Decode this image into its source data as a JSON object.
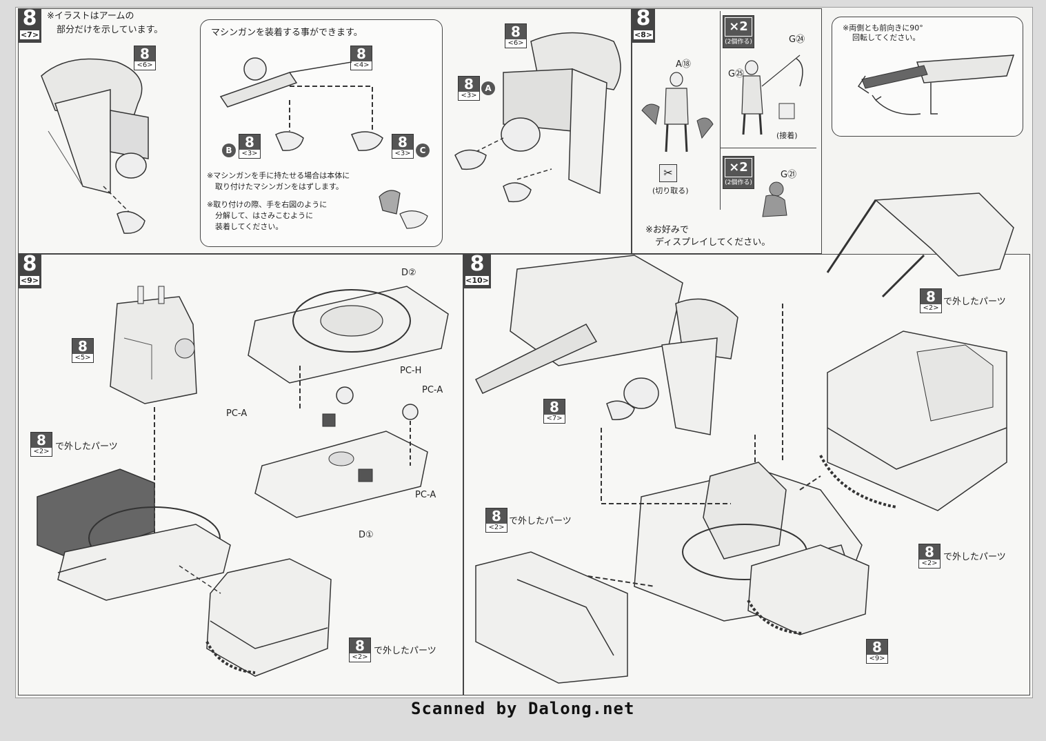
{
  "steps": {
    "s7": {
      "num": "8",
      "sub": "<7>"
    },
    "s8": {
      "num": "8",
      "sub": "<8>"
    },
    "s9": {
      "num": "8",
      "sub": "<9>"
    },
    "s10": {
      "num": "8",
      "sub": "<10>"
    }
  },
  "panel7": {
    "note_line1": "※イラストはアームの",
    "note_line2": "部分だけを示しています。",
    "ref_main": {
      "num": "8",
      "sub": "<6>"
    }
  },
  "bubble_machinegun": {
    "title": "マシンガンを装着する事ができます。",
    "ref_gun": {
      "num": "8",
      "sub": "<4>"
    },
    "ref_left": {
      "num": "8",
      "sub": "<3>",
      "letter": "B"
    },
    "ref_right": {
      "num": "8",
      "sub": "<3>",
      "letter": "C"
    },
    "note1_line1": "※マシンガンを手に持たせる場合は本体に",
    "note1_line2": "取り付けたマシンガンをはずします。",
    "note2_line1": "※取り付けの際、手を右図のように",
    "note2_line2": "分解して、はさみこむように",
    "note2_line3": "装着してください。"
  },
  "panel7b": {
    "ref_top": {
      "num": "8",
      "sub": "<6>"
    },
    "ref_hand": {
      "num": "8",
      "sub": "<3>",
      "letter": "A"
    }
  },
  "panel8": {
    "figure_a_label": "A⑱",
    "cut_label": "(切り取る)",
    "badge1": {
      "main": "×2",
      "sub": "(2個作る)"
    },
    "g25": "G㉕",
    "g24": "G㉔",
    "glue_label": "(接着)",
    "badge2": {
      "main": "×2",
      "sub": "(2個作る)"
    },
    "g21": "G㉑",
    "display_note1": "※お好みで",
    "display_note2": "ディスプレイしてください。"
  },
  "rotate_bubble": {
    "line1": "※両側とも前向きに90°",
    "line2": "回転してください。"
  },
  "panel9": {
    "ref_top": {
      "num": "8",
      "sub": "<5>"
    },
    "ref_left": {
      "num": "8",
      "sub": "<2>",
      "label": "で外したパーツ"
    },
    "ref_bottom": {
      "num": "8",
      "sub": "<2>",
      "label": "で外したパーツ"
    },
    "d2": "D②",
    "pch": "PC-H",
    "pca_left": "PC-A",
    "pca_right": "PC-A",
    "pca_bottom": "PC-A",
    "d1": "D①"
  },
  "panel10": {
    "ref_arm": {
      "num": "8",
      "sub": "<7>"
    },
    "ref_top_right": {
      "num": "8",
      "sub": "<2>",
      "label": "で外したパーツ"
    },
    "ref_left": {
      "num": "8",
      "sub": "<2>",
      "label": "で外したパーツ"
    },
    "ref_right": {
      "num": "8",
      "sub": "<2>",
      "label": "で外したパーツ"
    },
    "ref_bottom": {
      "num": "8",
      "sub": "<9>"
    }
  },
  "footer": "Scanned by Dalong.net"
}
